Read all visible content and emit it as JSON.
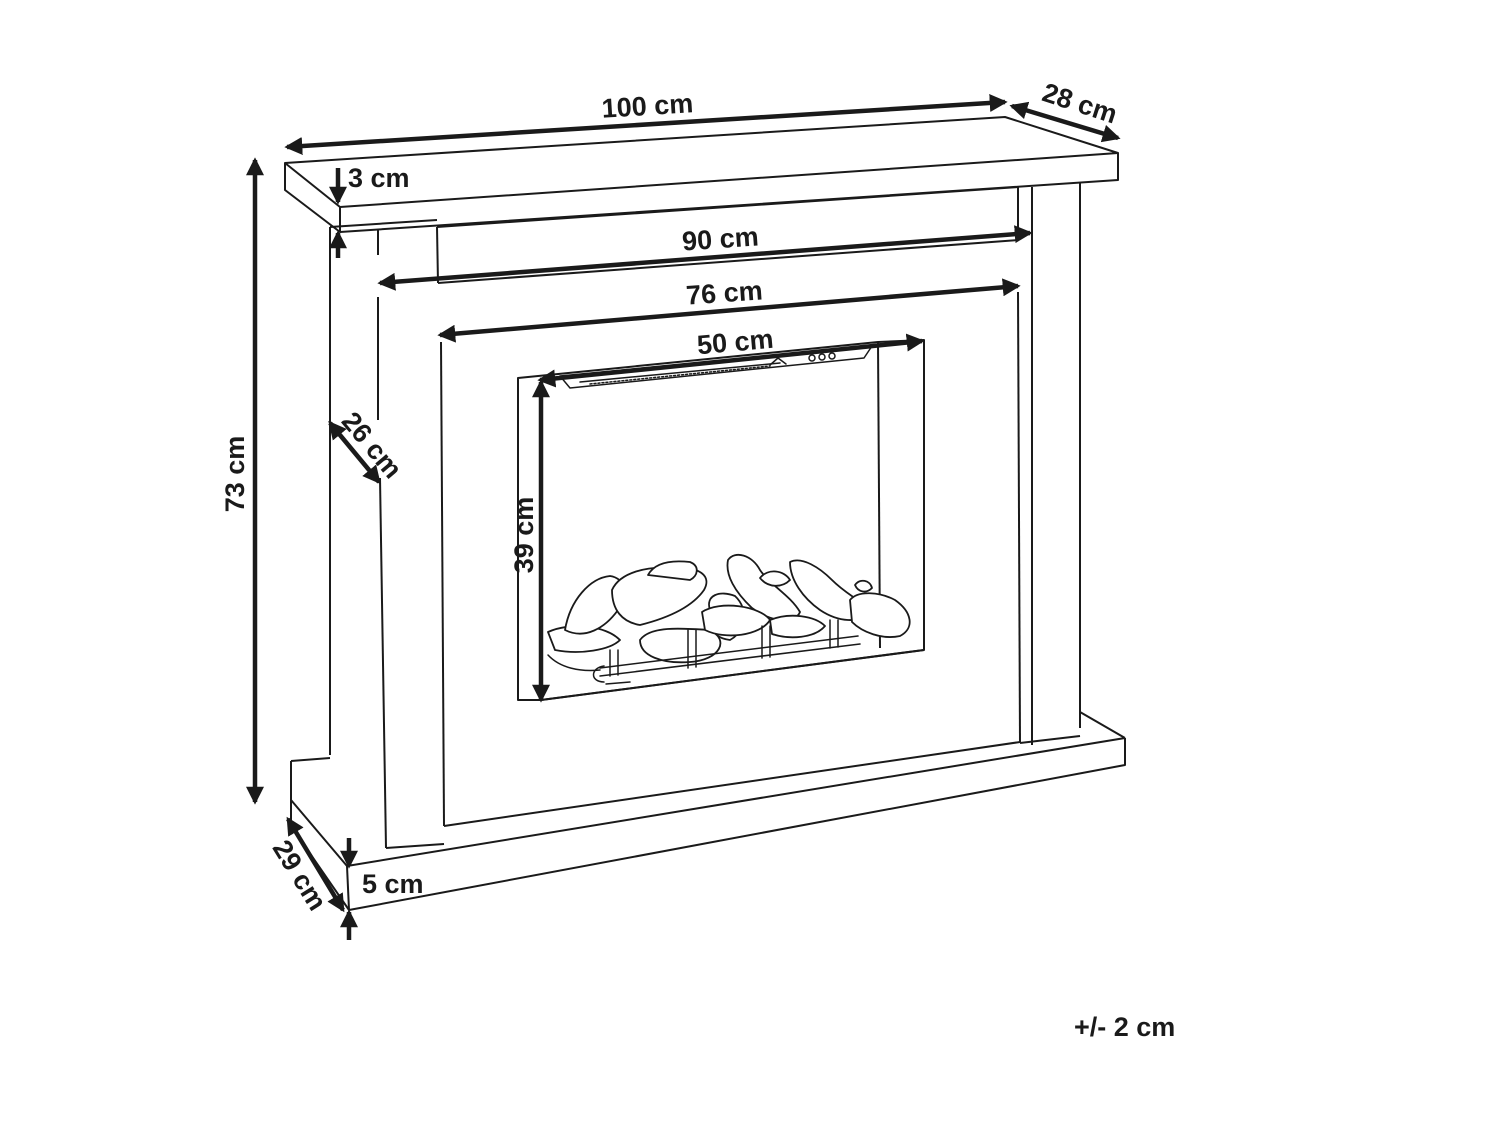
{
  "labels": {
    "overall_width": "100 cm",
    "top_depth": "28 cm",
    "top_thickness": "3 cm",
    "inner_width_upper": "90 cm",
    "inner_width_lower": "76 cm",
    "insert_width": "50 cm",
    "pillar_depth": "26 cm",
    "overall_height": "73 cm",
    "insert_height": "39 cm",
    "base_depth": "29 cm",
    "base_thickness": "5 cm",
    "tolerance": "+/- 2 cm"
  }
}
